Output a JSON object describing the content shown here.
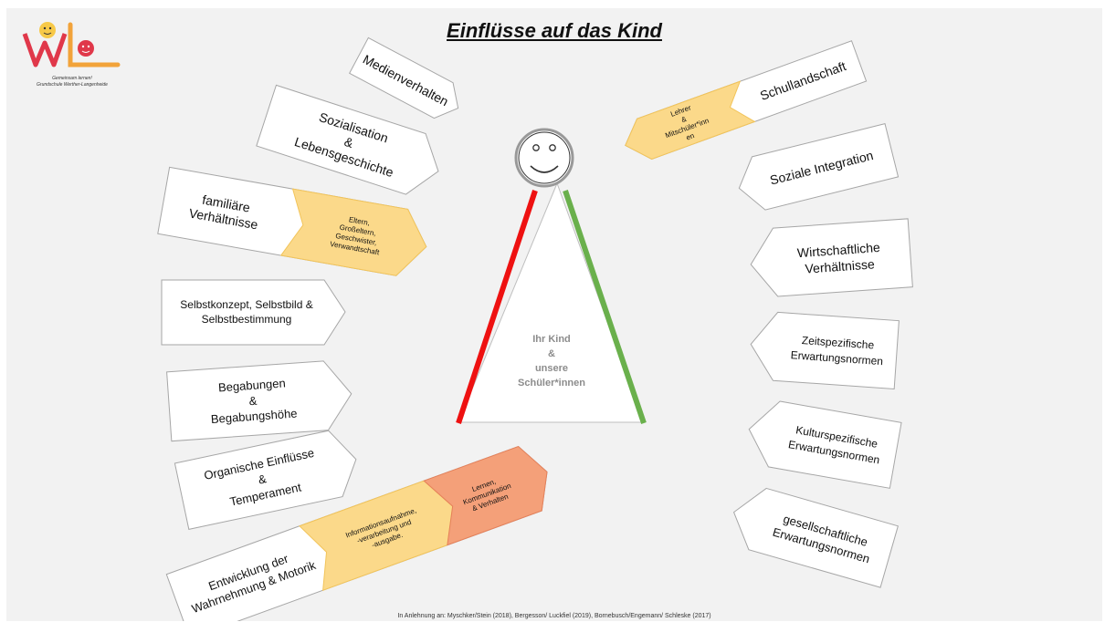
{
  "title": "Einflüsse auf das Kind",
  "logo": {
    "line1": "Gemeinsam lernen!",
    "line2": "Grundschule Werther-Langenheide"
  },
  "center": {
    "lines": [
      "Ihr Kind",
      "&",
      "unsere",
      "Schüler*innen"
    ]
  },
  "left_items": [
    {
      "lines": [
        "Medienverhalten"
      ]
    },
    {
      "lines": [
        "Sozialisation",
        "&",
        "Lebensgeschichte"
      ]
    },
    {
      "lines": [
        "familiäre",
        "Verhältnisse"
      ]
    },
    {
      "lines": [
        "Selbstkonzept, Selbstbild &",
        "Selbstbestimmung"
      ]
    },
    {
      "lines": [
        "Begabungen",
        "&",
        "Begabungshöhe"
      ]
    },
    {
      "lines": [
        "Organische Einflüsse",
        "&",
        "Temperament"
      ]
    },
    {
      "lines": [
        "Entwicklung der",
        "Wahrnehmung & Motorik"
      ]
    }
  ],
  "right_items": [
    {
      "lines": [
        "Schullandschaft"
      ]
    },
    {
      "lines": [
        "Soziale Integration"
      ]
    },
    {
      "lines": [
        "Wirtschaftliche",
        "Verhältnisse"
      ]
    },
    {
      "lines": [
        "Zeitspezifische",
        "Erwartungsnormen"
      ]
    },
    {
      "lines": [
        "Kulturspezifische",
        "Erwartungsnormen"
      ]
    },
    {
      "lines": [
        "gesellschaftliche",
        "Erwartungsnormen"
      ]
    }
  ],
  "sub_items": {
    "lehrer": [
      "Lehrer",
      "&",
      "Mitschüler*inn",
      "en"
    ],
    "eltern": [
      "Eltern,",
      "Großeltern,",
      "Geschwister,",
      "Verwandtschaft"
    ],
    "info": [
      "Informationsaufnahme,",
      "-verarbeitung und",
      "-ausgabe."
    ],
    "lernen": [
      "Lernen,",
      "Kommunikation",
      "& Verhalten"
    ]
  },
  "colors": {
    "orange_light": "#fbd98a",
    "orange_dark": "#f4a079",
    "red_line": "#ee1111",
    "green_line": "#6ab04c"
  },
  "footnote": "In Anlehnung an: Myschker/Stein (2018), Bergesson/ Luckfiel (2019), Bornebusch/Engemann/ Schleske (2017)"
}
